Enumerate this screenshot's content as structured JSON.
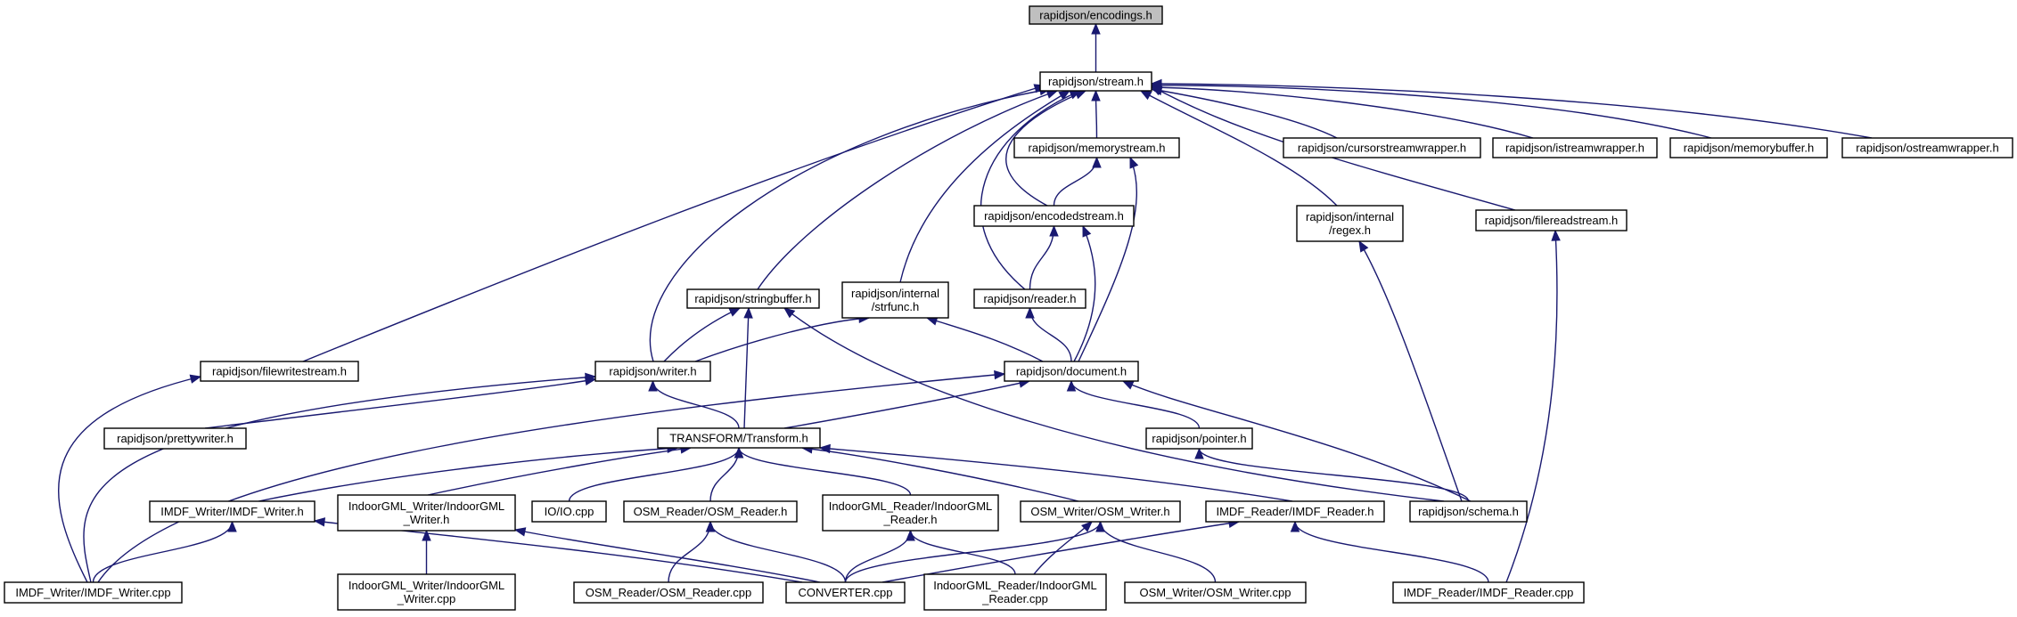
{
  "diagram": {
    "kind": "include-dependency-graph",
    "colors": {
      "edge": "#191970",
      "current_node_fill": "#bfbfbf",
      "node_fill": "#ffffff"
    },
    "nodes": [
      {
        "id": "encodings",
        "lines": [
          "rapidjson/encodings.h"
        ],
        "current": true
      },
      {
        "id": "stream",
        "lines": [
          "rapidjson/stream.h"
        ]
      },
      {
        "id": "memorystream",
        "lines": [
          "rapidjson/memorystream.h"
        ]
      },
      {
        "id": "cursorstreamwrapper",
        "lines": [
          "rapidjson/cursorstreamwrapper.h"
        ]
      },
      {
        "id": "istreamwrapper",
        "lines": [
          "rapidjson/istreamwrapper.h"
        ]
      },
      {
        "id": "memorybuffer",
        "lines": [
          "rapidjson/memorybuffer.h"
        ]
      },
      {
        "id": "ostreamwrapper",
        "lines": [
          "rapidjson/ostreamwrapper.h"
        ]
      },
      {
        "id": "encodedstream",
        "lines": [
          "rapidjson/encodedstream.h"
        ]
      },
      {
        "id": "regex",
        "lines": [
          "rapidjson/internal",
          "/regex.h"
        ]
      },
      {
        "id": "filereadstream",
        "lines": [
          "rapidjson/filereadstream.h"
        ]
      },
      {
        "id": "stringbuffer",
        "lines": [
          "rapidjson/stringbuffer.h"
        ]
      },
      {
        "id": "strfunc",
        "lines": [
          "rapidjson/internal",
          "/strfunc.h"
        ]
      },
      {
        "id": "reader",
        "lines": [
          "rapidjson/reader.h"
        ]
      },
      {
        "id": "filewritestream",
        "lines": [
          "rapidjson/filewritestream.h"
        ]
      },
      {
        "id": "writer",
        "lines": [
          "rapidjson/writer.h"
        ]
      },
      {
        "id": "document",
        "lines": [
          "rapidjson/document.h"
        ]
      },
      {
        "id": "prettywriter",
        "lines": [
          "rapidjson/prettywriter.h"
        ]
      },
      {
        "id": "transform",
        "lines": [
          "TRANSFORM/Transform.h"
        ]
      },
      {
        "id": "pointer",
        "lines": [
          "rapidjson/pointer.h"
        ]
      },
      {
        "id": "imdfwriter_h",
        "lines": [
          "IMDF_Writer/IMDF_Writer.h"
        ]
      },
      {
        "id": "indoorgmlwriter_h",
        "lines": [
          "IndoorGML_Writer/IndoorGML",
          "_Writer.h"
        ]
      },
      {
        "id": "io_cpp",
        "lines": [
          "IO/IO.cpp"
        ]
      },
      {
        "id": "osmreader_h",
        "lines": [
          "OSM_Reader/OSM_Reader.h"
        ]
      },
      {
        "id": "indoorgmlreader_h",
        "lines": [
          "IndoorGML_Reader/IndoorGML",
          "_Reader.h"
        ]
      },
      {
        "id": "osmwriter_h",
        "lines": [
          "OSM_Writer/OSM_Writer.h"
        ]
      },
      {
        "id": "imdfreader_h",
        "lines": [
          "IMDF_Reader/IMDF_Reader.h"
        ]
      },
      {
        "id": "schema",
        "lines": [
          "rapidjson/schema.h"
        ]
      },
      {
        "id": "imdfwriter_cpp",
        "lines": [
          "IMDF_Writer/IMDF_Writer.cpp"
        ]
      },
      {
        "id": "indoorgmlwriter_cpp",
        "lines": [
          "IndoorGML_Writer/IndoorGML",
          "_Writer.cpp"
        ]
      },
      {
        "id": "osmreader_cpp",
        "lines": [
          "OSM_Reader/OSM_Reader.cpp"
        ]
      },
      {
        "id": "converter_cpp",
        "lines": [
          "CONVERTER.cpp"
        ]
      },
      {
        "id": "indoorgmlreader_cpp",
        "lines": [
          "IndoorGML_Reader/IndoorGML",
          "_Reader.cpp"
        ]
      },
      {
        "id": "osmwriter_cpp",
        "lines": [
          "OSM_Writer/OSM_Writer.cpp"
        ]
      },
      {
        "id": "imdfreader_cpp",
        "lines": [
          "IMDF_Reader/IMDF_Reader.cpp"
        ]
      }
    ],
    "edges": [
      {
        "from": "stream",
        "to": "encodings"
      },
      {
        "from": "memorystream",
        "to": "stream"
      },
      {
        "from": "cursorstreamwrapper",
        "to": "stream"
      },
      {
        "from": "istreamwrapper",
        "to": "stream"
      },
      {
        "from": "memorybuffer",
        "to": "stream"
      },
      {
        "from": "ostreamwrapper",
        "to": "stream"
      },
      {
        "from": "encodedstream",
        "to": "stream"
      },
      {
        "from": "encodedstream",
        "to": "memorystream"
      },
      {
        "from": "regex",
        "to": "stream"
      },
      {
        "from": "filereadstream",
        "to": "stream"
      },
      {
        "from": "stringbuffer",
        "to": "stream"
      },
      {
        "from": "strfunc",
        "to": "stream"
      },
      {
        "from": "reader",
        "to": "stream"
      },
      {
        "from": "reader",
        "to": "encodedstream"
      },
      {
        "from": "filewritestream",
        "to": "stream"
      },
      {
        "from": "writer",
        "to": "stream"
      },
      {
        "from": "writer",
        "to": "stringbuffer"
      },
      {
        "from": "writer",
        "to": "strfunc"
      },
      {
        "from": "document",
        "to": "memorystream"
      },
      {
        "from": "document",
        "to": "encodedstream"
      },
      {
        "from": "document",
        "to": "reader"
      },
      {
        "from": "document",
        "to": "strfunc"
      },
      {
        "from": "prettywriter",
        "to": "writer"
      },
      {
        "from": "transform",
        "to": "stringbuffer"
      },
      {
        "from": "transform",
        "to": "writer"
      },
      {
        "from": "transform",
        "to": "document"
      },
      {
        "from": "pointer",
        "to": "document"
      },
      {
        "from": "schema",
        "to": "document"
      },
      {
        "from": "schema",
        "to": "pointer"
      },
      {
        "from": "schema",
        "to": "stringbuffer"
      },
      {
        "from": "schema",
        "to": "regex"
      },
      {
        "from": "imdfwriter_h",
        "to": "transform"
      },
      {
        "from": "indoorgmlwriter_h",
        "to": "transform"
      },
      {
        "from": "io_cpp",
        "to": "transform"
      },
      {
        "from": "osmreader_h",
        "to": "transform"
      },
      {
        "from": "indoorgmlreader_h",
        "to": "transform"
      },
      {
        "from": "osmwriter_h",
        "to": "transform"
      },
      {
        "from": "imdfreader_h",
        "to": "transform"
      },
      {
        "from": "imdfwriter_cpp",
        "to": "filewritestream"
      },
      {
        "from": "imdfwriter_cpp",
        "to": "writer"
      },
      {
        "from": "imdfwriter_cpp",
        "to": "document"
      },
      {
        "from": "imdfwriter_cpp",
        "to": "imdfwriter_h"
      },
      {
        "from": "indoorgmlwriter_cpp",
        "to": "indoorgmlwriter_h"
      },
      {
        "from": "osmreader_cpp",
        "to": "osmreader_h"
      },
      {
        "from": "converter_cpp",
        "to": "imdfwriter_h"
      },
      {
        "from": "converter_cpp",
        "to": "indoorgmlwriter_h"
      },
      {
        "from": "converter_cpp",
        "to": "osmreader_h"
      },
      {
        "from": "converter_cpp",
        "to": "indoorgmlreader_h"
      },
      {
        "from": "converter_cpp",
        "to": "osmwriter_h"
      },
      {
        "from": "converter_cpp",
        "to": "imdfreader_h"
      },
      {
        "from": "indoorgmlreader_cpp",
        "to": "indoorgmlreader_h"
      },
      {
        "from": "indoorgmlreader_cpp",
        "to": "osmwriter_h"
      },
      {
        "from": "osmwriter_cpp",
        "to": "osmwriter_h"
      },
      {
        "from": "imdfreader_cpp",
        "to": "imdfreader_h"
      },
      {
        "from": "imdfreader_cpp",
        "to": "filereadstream"
      }
    ]
  }
}
